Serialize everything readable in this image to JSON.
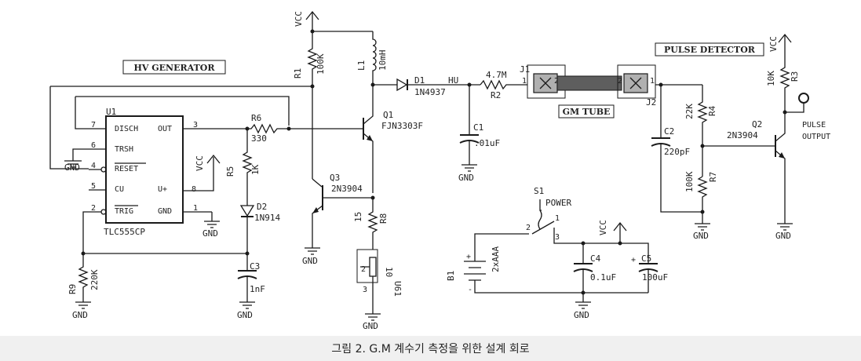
{
  "caption": "그림 2. G.M 계수기 측정을 위한 설계 회로",
  "section_labels": {
    "hv": "HV GENERATOR",
    "pulse": "PULSE DETECTOR",
    "tube": "GM TUBE"
  },
  "u1": {
    "ref": "U1",
    "part": "TLC555CP",
    "pins": {
      "p7": "7",
      "p6": "6",
      "p4": "4",
      "p5": "5",
      "p2": "2",
      "p3": "3",
      "p8": "8",
      "p1": "1"
    },
    "names": {
      "disch": "DISCH",
      "out": "OUT",
      "trsh": "TRSH",
      "reset": "RESET",
      "cu": "CU",
      "uplus": "U+",
      "trig": "TRIG",
      "gnd": "GND"
    }
  },
  "parts": {
    "r1": {
      "ref": "R1",
      "val": "100K"
    },
    "l1": {
      "ref": "L1",
      "val": "10mH"
    },
    "d1": {
      "ref": "D1",
      "val": "1N4937"
    },
    "r6": {
      "ref": "R6",
      "val": "330"
    },
    "r5": {
      "ref": "R5",
      "val": "1K"
    },
    "d2": {
      "ref": "D2",
      "val": "1N914"
    },
    "c3": {
      "ref": "C3",
      "val": "1nF"
    },
    "r9": {
      "ref": "R9",
      "val": "220K"
    },
    "q1": {
      "ref": "Q1",
      "val": "FJN3303F"
    },
    "q3": {
      "ref": "Q3",
      "val": "2N3904"
    },
    "r8": {
      "ref": "R8",
      "val": "15"
    },
    "u61": {
      "ref": "U61",
      "val": "10"
    },
    "r2": {
      "ref": "R2",
      "val": "4.7M"
    },
    "c1": {
      "ref": "C1",
      "val": ".01uF"
    },
    "j1": {
      "ref": "J1"
    },
    "j2": {
      "ref": "J2"
    },
    "c2": {
      "ref": "C2",
      "val": "220pF"
    },
    "r4": {
      "ref": "R4",
      "val": "22K"
    },
    "r7": {
      "ref": "R7",
      "val": "100K"
    },
    "r3": {
      "ref": "R3",
      "val": "10K"
    },
    "q2": {
      "ref": "Q2",
      "val": "2N3904"
    },
    "s1": {
      "ref": "S1",
      "val": "POWER"
    },
    "b1": {
      "ref": "B1",
      "val": "2xAAA"
    },
    "c4": {
      "ref": "C4",
      "val": "0.1uF"
    },
    "c5": {
      "ref": "C5",
      "val": "100uF"
    }
  },
  "net": {
    "vcc": "VCC",
    "gnd": "GND",
    "hv": "HU"
  },
  "pulse_output": [
    "PULSE",
    "OUTPUT"
  ],
  "pin_num": {
    "one": "1",
    "two": "2",
    "three": "3",
    "plus": "+",
    "minus": "-"
  }
}
